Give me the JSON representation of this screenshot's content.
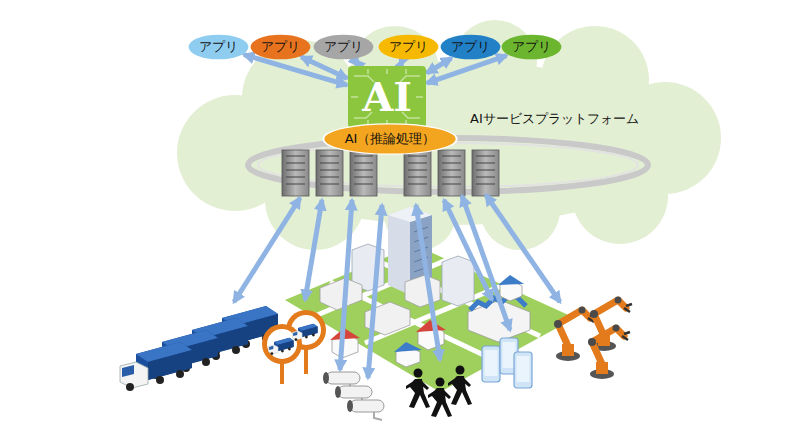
{
  "diagram": {
    "nodes": [
      {
        "text": [
          "アプリ"
        ]
      },
      {
        "text": [
          "アプリ"
        ]
      },
      {
        "text": [
          "アプリ"
        ]
      },
      {
        "text": [
          "アプリ"
        ]
      },
      {
        "text": [
          "アプリ"
        ]
      },
      {
        "text": [
          "アプリ"
        ]
      },
      {
        "text": [
          "AIサービスプラットフォーム"
        ]
      },
      {
        "text": [
          "AI"
        ],
        "in": 6
      },
      {
        "text": [
          "AI（推論処理）"
        ],
        "in": 6
      }
    ],
    "edges": [
      {
        "from": 0,
        "to": 7,
        "arrow": "both"
      },
      {
        "from": 1,
        "to": 7,
        "arrow": "both"
      },
      {
        "from": 2,
        "to": 7,
        "arrow": "both"
      },
      {
        "from": 3,
        "to": 7,
        "arrow": "both"
      },
      {
        "from": 4,
        "to": 7,
        "arrow": "both"
      },
      {
        "from": 5,
        "to": 7,
        "arrow": "both"
      }
    ]
  }
}
